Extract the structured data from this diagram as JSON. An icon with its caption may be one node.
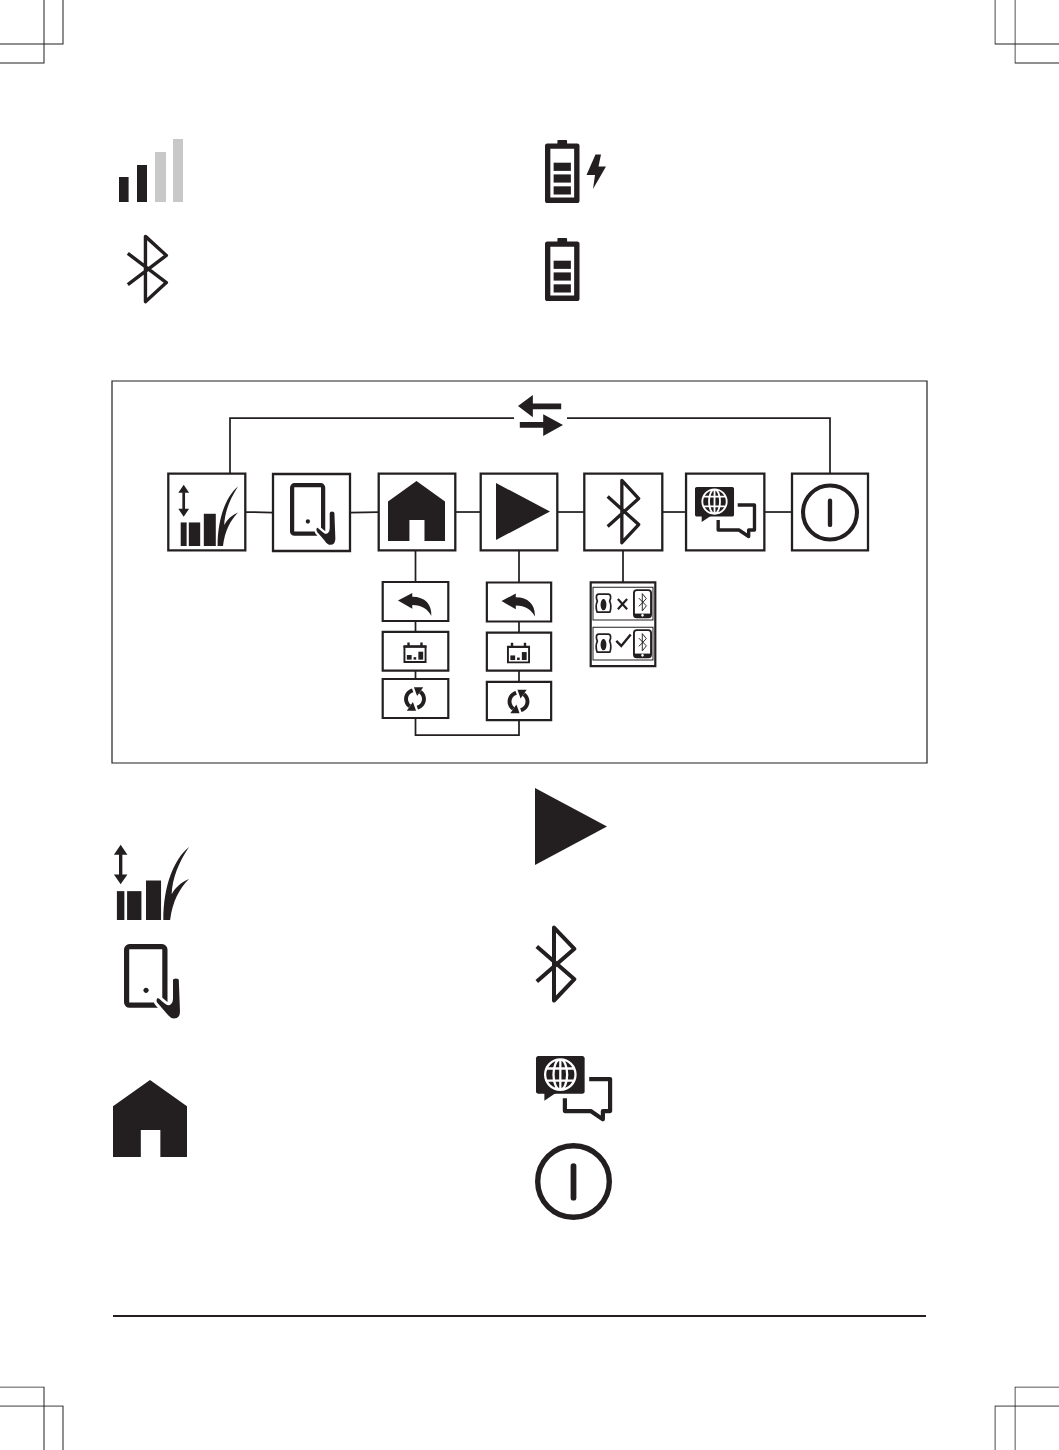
{
  "diagram": {
    "nodes": [
      {
        "text": [],
        "shape": "picture"
      },
      {
        "text": [],
        "shape": "box"
      },
      {
        "text": [],
        "shape": "box"
      },
      {
        "text": [],
        "shape": "box"
      },
      {
        "text": [],
        "shape": "box"
      },
      {
        "text": [],
        "shape": "box"
      },
      {
        "text": [],
        "shape": "box"
      },
      {
        "text": [],
        "shape": "box"
      },
      {
        "text": [],
        "shape": "box"
      },
      {
        "text": [],
        "shape": "box"
      },
      {
        "text": [],
        "shape": "box"
      },
      {
        "text": [],
        "shape": "box",
        "in": 10
      },
      {
        "text": [],
        "shape": "box",
        "in": 10
      },
      {
        "text": [],
        "shape": "box"
      },
      {
        "text": [],
        "shape": "box"
      },
      {
        "text": [],
        "shape": "box"
      },
      {
        "text": [],
        "shape": "box"
      }
    ],
    "edges": [
      {
        "from": 1,
        "to": 0,
        "arrow": "none"
      },
      {
        "from": 0,
        "to": 7,
        "arrow": "none"
      },
      {
        "from": 1,
        "to": 2,
        "arrow": "none"
      },
      {
        "from": 2,
        "to": 3,
        "arrow": "none"
      },
      {
        "from": 3,
        "to": 4,
        "arrow": "none"
      },
      {
        "from": 4,
        "to": 5,
        "arrow": "none"
      },
      {
        "from": 5,
        "to": 6,
        "arrow": "none"
      },
      {
        "from": 6,
        "to": 7,
        "arrow": "none"
      },
      {
        "from": 3,
        "to": 8,
        "arrow": "none"
      },
      {
        "from": 8,
        "to": 13,
        "arrow": "none"
      },
      {
        "from": 13,
        "to": 15,
        "arrow": "none"
      },
      {
        "from": 4,
        "to": 9,
        "arrow": "none"
      },
      {
        "from": 9,
        "to": 14,
        "arrow": "none"
      },
      {
        "from": 14,
        "to": 16,
        "arrow": "none"
      },
      {
        "from": 5,
        "to": 10,
        "arrow": "none"
      },
      {
        "from": 15,
        "to": 16,
        "arrow": "none"
      }
    ]
  }
}
